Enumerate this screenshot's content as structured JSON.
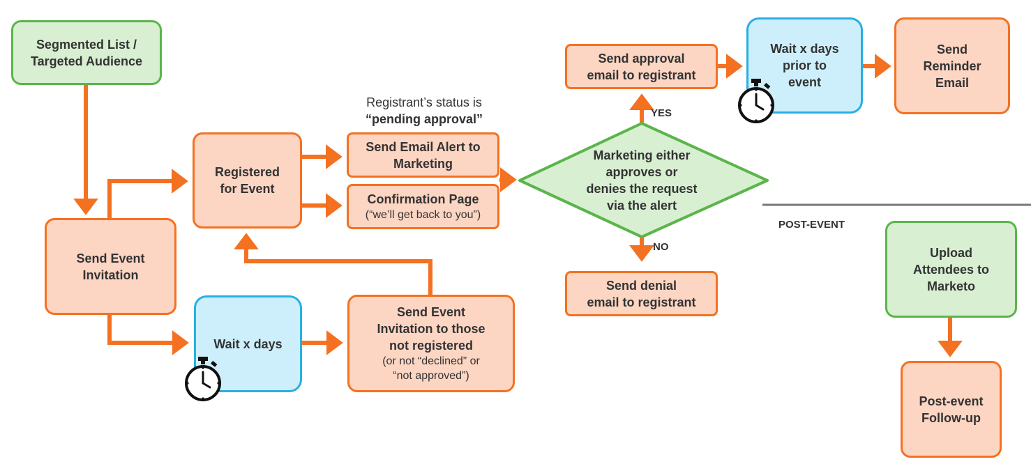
{
  "nodes": {
    "segmented": [
      "Segmented List /",
      "Targeted Audience"
    ],
    "send_invitation": [
      "Send Event",
      "Invitation"
    ],
    "registered": [
      "Registered",
      "for Event"
    ],
    "wait_days": [
      "Wait x days"
    ],
    "send_to_unregistered": {
      "lines": [
        "Send Event",
        "Invitation to those",
        "not registered"
      ],
      "sub": [
        "(or not “declined” or",
        "“not approved”)"
      ]
    },
    "email_alert": [
      "Send Email Alert to",
      "Marketing"
    ],
    "confirmation": {
      "lines": [
        "Confirmation Page"
      ],
      "sub": [
        "(“we’ll get back to you”)"
      ]
    },
    "decision": [
      "Marketing either",
      "approves or",
      "denies the request",
      "via the alert"
    ],
    "approval_email": [
      "Send approval",
      "email to registrant"
    ],
    "denial_email": [
      "Send denial",
      "email to registrant"
    ],
    "wait_prior": [
      "Wait x days",
      "prior to",
      "event"
    ],
    "reminder": [
      "Send",
      "Reminder",
      "Email"
    ],
    "upload": [
      "Upload",
      "Attendees to",
      "Marketo"
    ],
    "followup": [
      "Post-event",
      "Follow-up"
    ]
  },
  "status_note": {
    "line1": "Registrant’s status is",
    "line2": "“pending approval”"
  },
  "labels": {
    "yes": "YES",
    "no": "NO",
    "post_event": "POST-EVENT"
  },
  "icons": {
    "timer": "stopwatch-icon"
  },
  "colors": {
    "arrow": "#f47121",
    "orange_fill": "#fcd5c3",
    "green_border": "#5ab54a",
    "green_fill": "#d8efd2",
    "blue_border": "#29aee4",
    "blue_fill": "#cdeffb",
    "divider": "#777777"
  }
}
